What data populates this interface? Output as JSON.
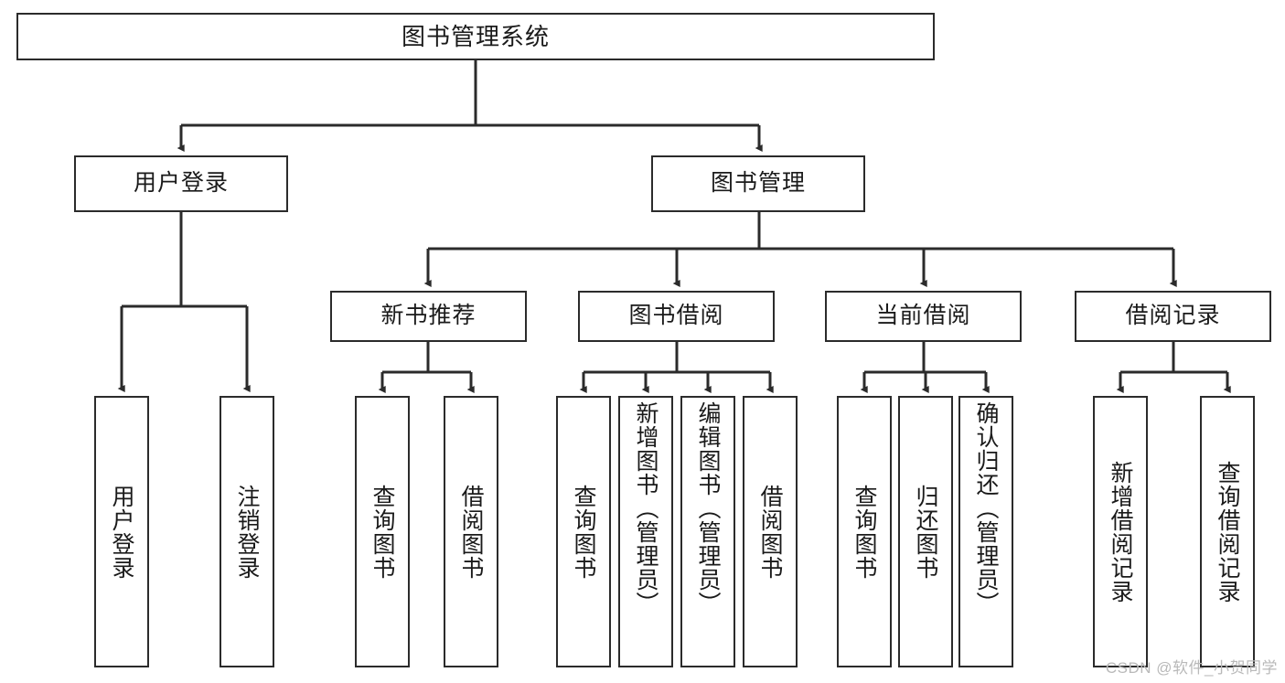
{
  "diagram": {
    "type": "tree-hierarchy-chart",
    "title": "图书管理系统",
    "watermark": "CSDN @软件_小贺同学",
    "colors": {
      "stroke": "#2b2b2b",
      "fill": "#ffffff",
      "text": "#1a1a1a",
      "watermark": "#b9b9b9"
    },
    "levels": {
      "root": {
        "label": "图书管理系统"
      },
      "level2": [
        {
          "label": "用户登录"
        },
        {
          "label": "图书管理"
        }
      ],
      "level3": [
        {
          "label": "新书推荐"
        },
        {
          "label": "图书借阅"
        },
        {
          "label": "当前借阅"
        },
        {
          "label": "借阅记录"
        }
      ],
      "leaves": {
        "user_login": [
          {
            "label": "用户登录"
          },
          {
            "label": "注销登录"
          }
        ],
        "new_book": [
          {
            "label": "查询图书"
          },
          {
            "label": "借阅图书"
          }
        ],
        "book_borrow": [
          {
            "label": "查询图书"
          },
          {
            "label": "新增图书（管理员）"
          },
          {
            "label": "编辑图书（管理员）"
          },
          {
            "label": "借阅图书"
          }
        ],
        "current_borrow": [
          {
            "label": "查询图书"
          },
          {
            "label": "归还图书"
          },
          {
            "label": "确认归还（管理员）"
          }
        ],
        "borrow_record": [
          {
            "label": "新增借阅记录"
          },
          {
            "label": "查询借阅记录"
          }
        ]
      }
    }
  }
}
